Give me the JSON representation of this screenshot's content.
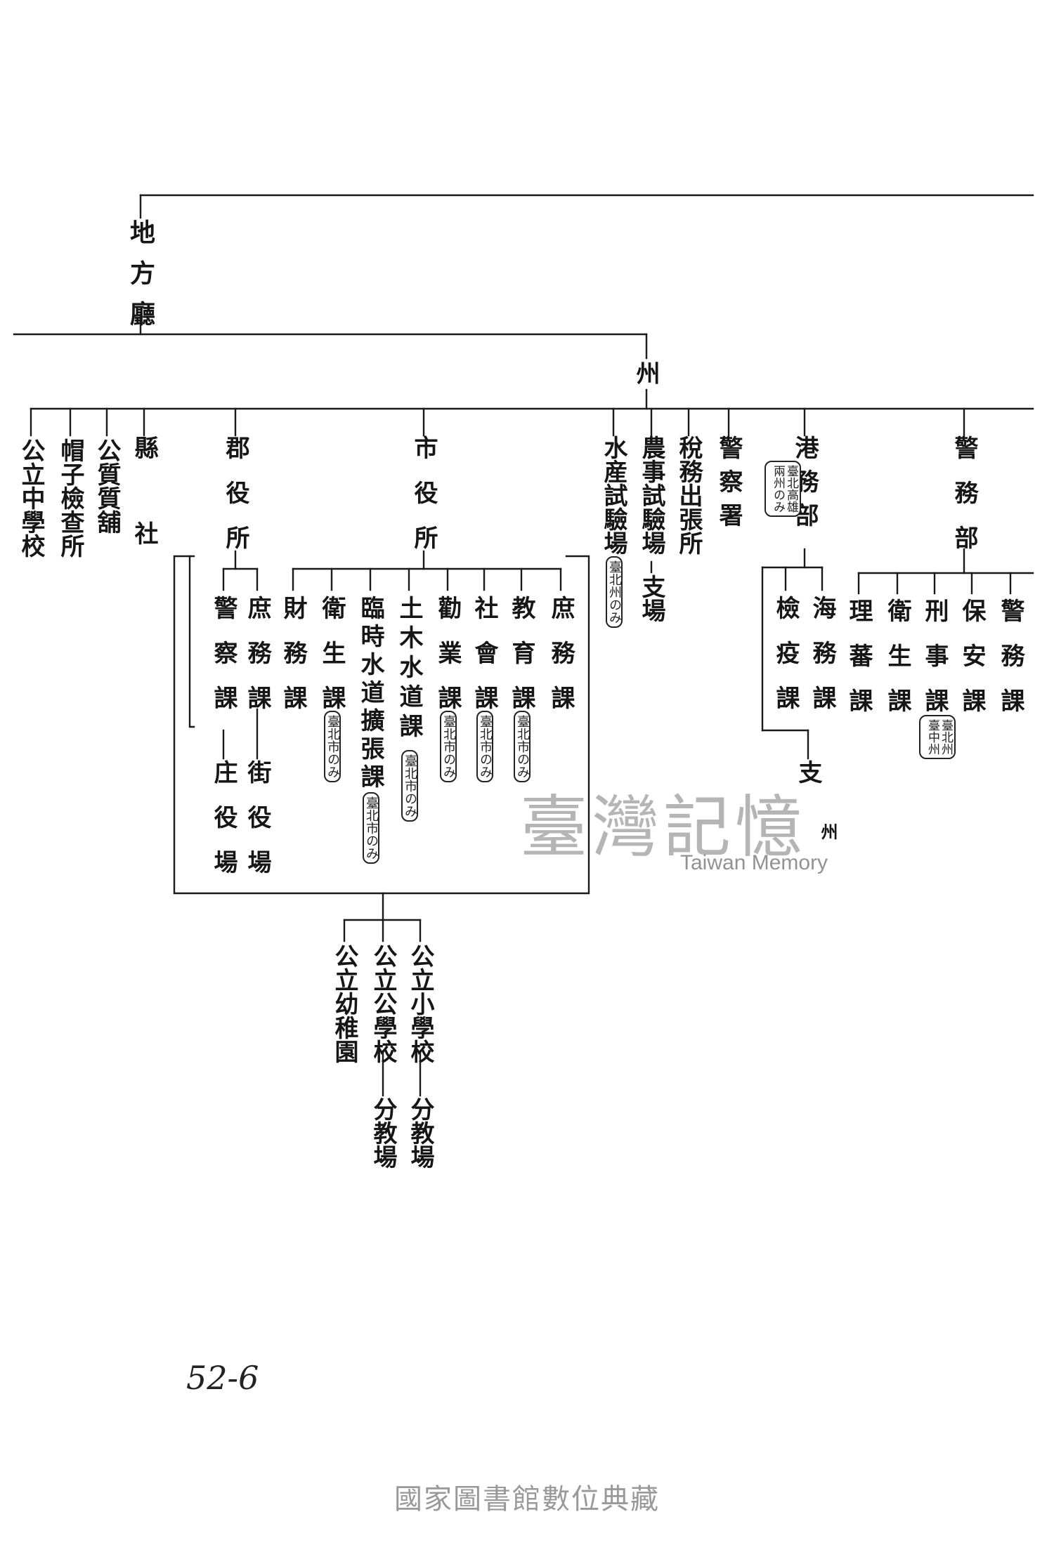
{
  "nodes": {
    "chihocho": "地方廳",
    "shu": "州",
    "ken": "縣",
    "sha": "社",
    "shichishiho": "公質質舖",
    "boshi": "帽子檢查所",
    "chugakko": "公立中學校",
    "gunyakusho": "郡役所",
    "shiyakusho": "市役所",
    "suisan": "水産試驗場",
    "nojishiken": "農事試驗場",
    "shijo": "支場",
    "zeimu": "稅務出張所",
    "keisatsusho": "警察署",
    "komubu": "港務部",
    "keimubu": "警務部",
    "gun_keisatsu": "警察課",
    "gun_shomu": "庶務課",
    "gaiyakuba": "街役場",
    "shoyakuba": "庄役場",
    "shi_zaimu": "財務課",
    "shi_eisei": "衛生課",
    "shi_rinji": "臨時水道擴張課",
    "shi_doboku": "土木水道課",
    "shi_kangyo": "勸業課",
    "shi_shakai": "社會課",
    "shi_kyoiku": "教育課",
    "shi_shomu": "庶務課",
    "kenekika": "檢疫課",
    "kaimuka": "海務課",
    "richoka": "理蕃課",
    "eiseika": "衛生課",
    "keijika": "刑事課",
    "hoanka": "保安課",
    "keimuka": "警務課",
    "shogakko": "公立小學校",
    "kogakko": "公立公學校",
    "yochien": "公立幼稚園",
    "bunkyojo1": "分教場",
    "bunkyojo2": "分教場",
    "shijo2": "支",
    "shijo2_note": "州"
  },
  "notes": {
    "suisan_note": "臺北州のみ",
    "komubu_note_a": "臺北高雄",
    "komubu_note_b": "兩州のみ",
    "eisei_note": "臺北市のみ",
    "rinji_note": "臺北市のみ",
    "doboku_note": "臺北市のみ",
    "kangyo_note": "臺北市のみ",
    "shakai_note": "臺北市のみ",
    "kyoiku_note": "臺北市のみ",
    "keiji_note_a": "臺北州",
    "keiji_note_b": "臺中州"
  },
  "watermark": {
    "main": "臺灣記憶",
    "sub": "Taiwan Memory"
  },
  "page_number": "52-6",
  "footer": "國家圖書館數位典藏"
}
